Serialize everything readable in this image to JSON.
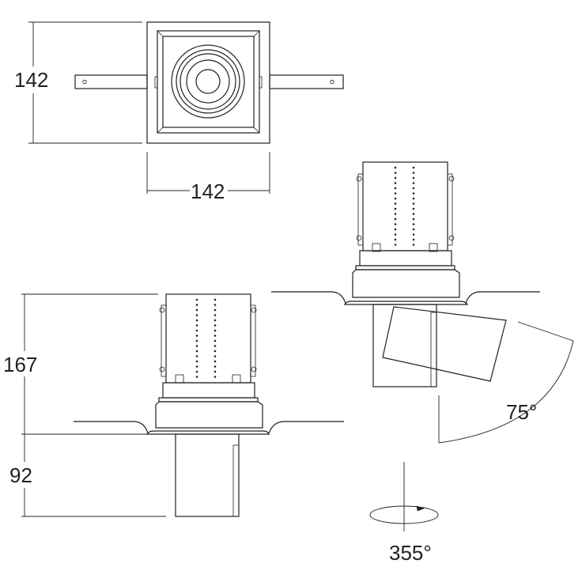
{
  "dimensions": {
    "top_height": "142",
    "top_width": "142",
    "body_height": "167",
    "trim_depth": "92",
    "tilt_angle": "75°",
    "rotation_angle": "355°"
  },
  "colors": {
    "line": "#231f20",
    "background": "#ffffff"
  },
  "icons": [
    "rotation-arrow-icon"
  ]
}
